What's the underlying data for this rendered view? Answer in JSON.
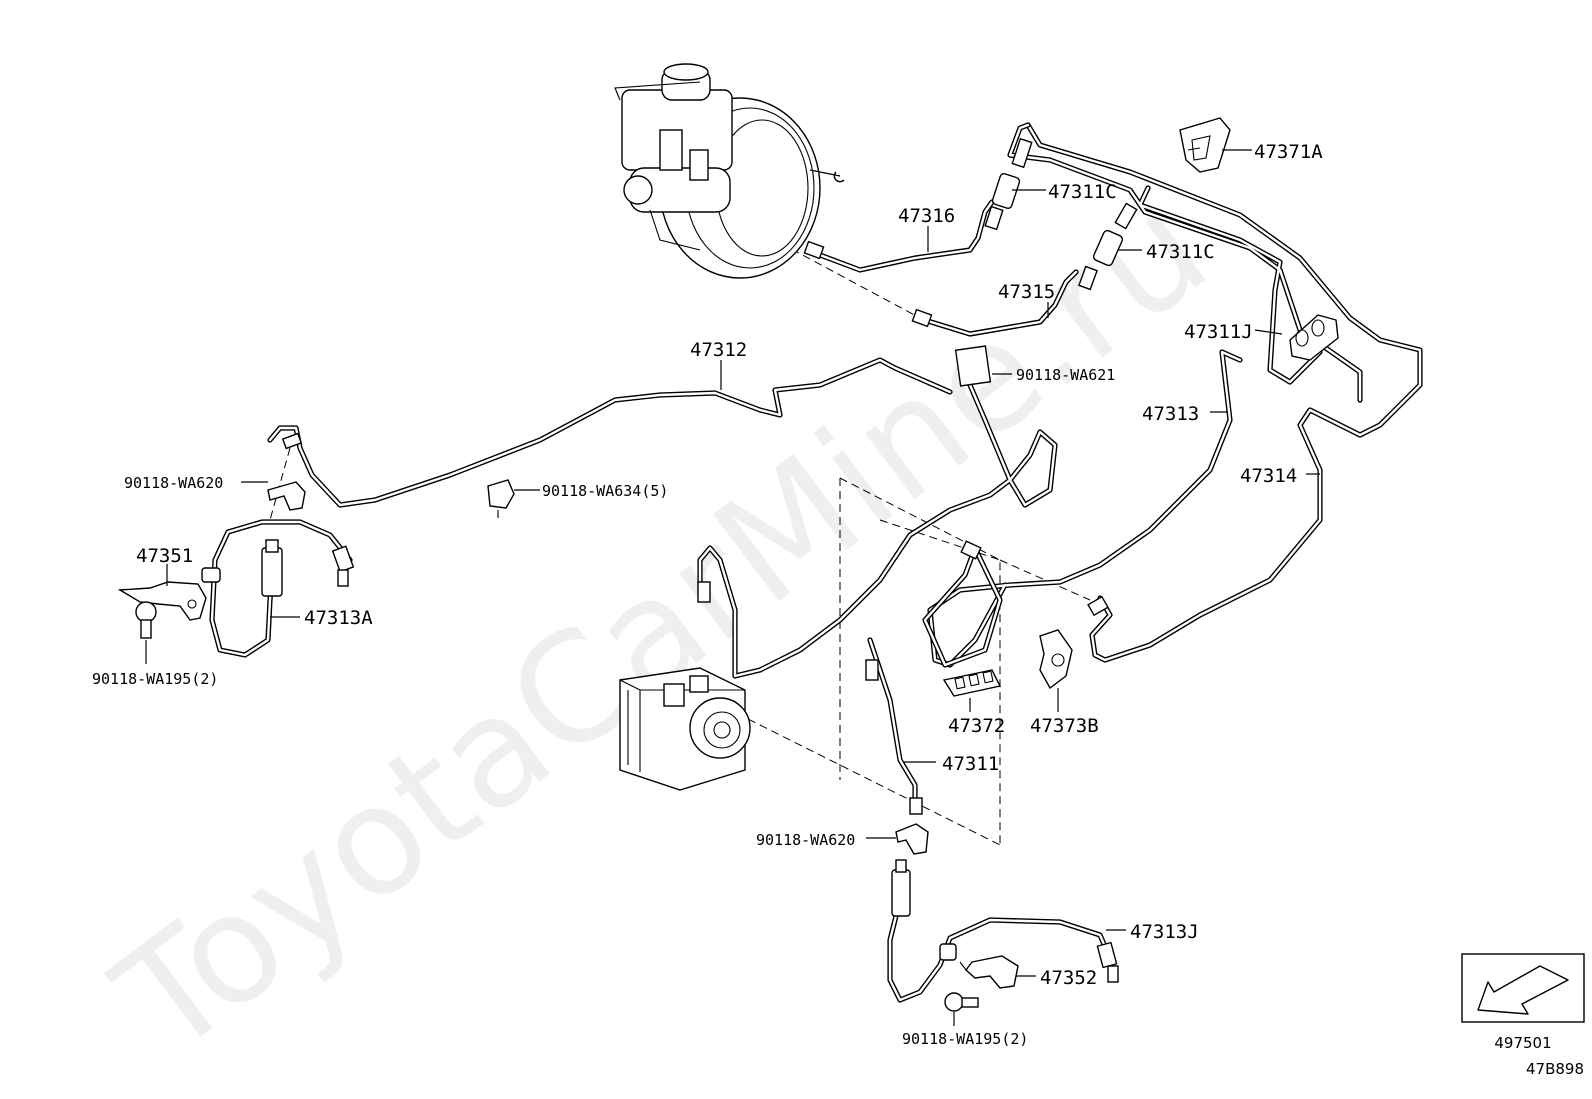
{
  "watermark": "ToyotaCarMine.ru",
  "labels": {
    "p47371A": "47371A",
    "p47311C_top": "47311C",
    "p47316": "47316",
    "p47311C_mid": "47311C",
    "p47315": "47315",
    "p47311J": "47311J",
    "p47312": "47312",
    "p90118WA621": "90118-WA621",
    "p47313": "47313",
    "p47314": "47314",
    "p90118WA620_left": "90118-WA620",
    "p90118WA634": "90118-WA634(5)",
    "p47351": "47351",
    "p47313A": "47313A",
    "p90118WA195_left": "90118-WA195(2)",
    "p47372": "47372",
    "p47373B": "47373B",
    "p47311": "47311",
    "p90118WA620_bottom": "90118-WA620",
    "p47313J": "47313J",
    "p47352": "47352",
    "p90118WA195_bottom": "90118-WA195(2)"
  },
  "reference_box": {
    "code": "497501",
    "icon": "direction-arrow-icon"
  },
  "diagram_code": "47B898"
}
